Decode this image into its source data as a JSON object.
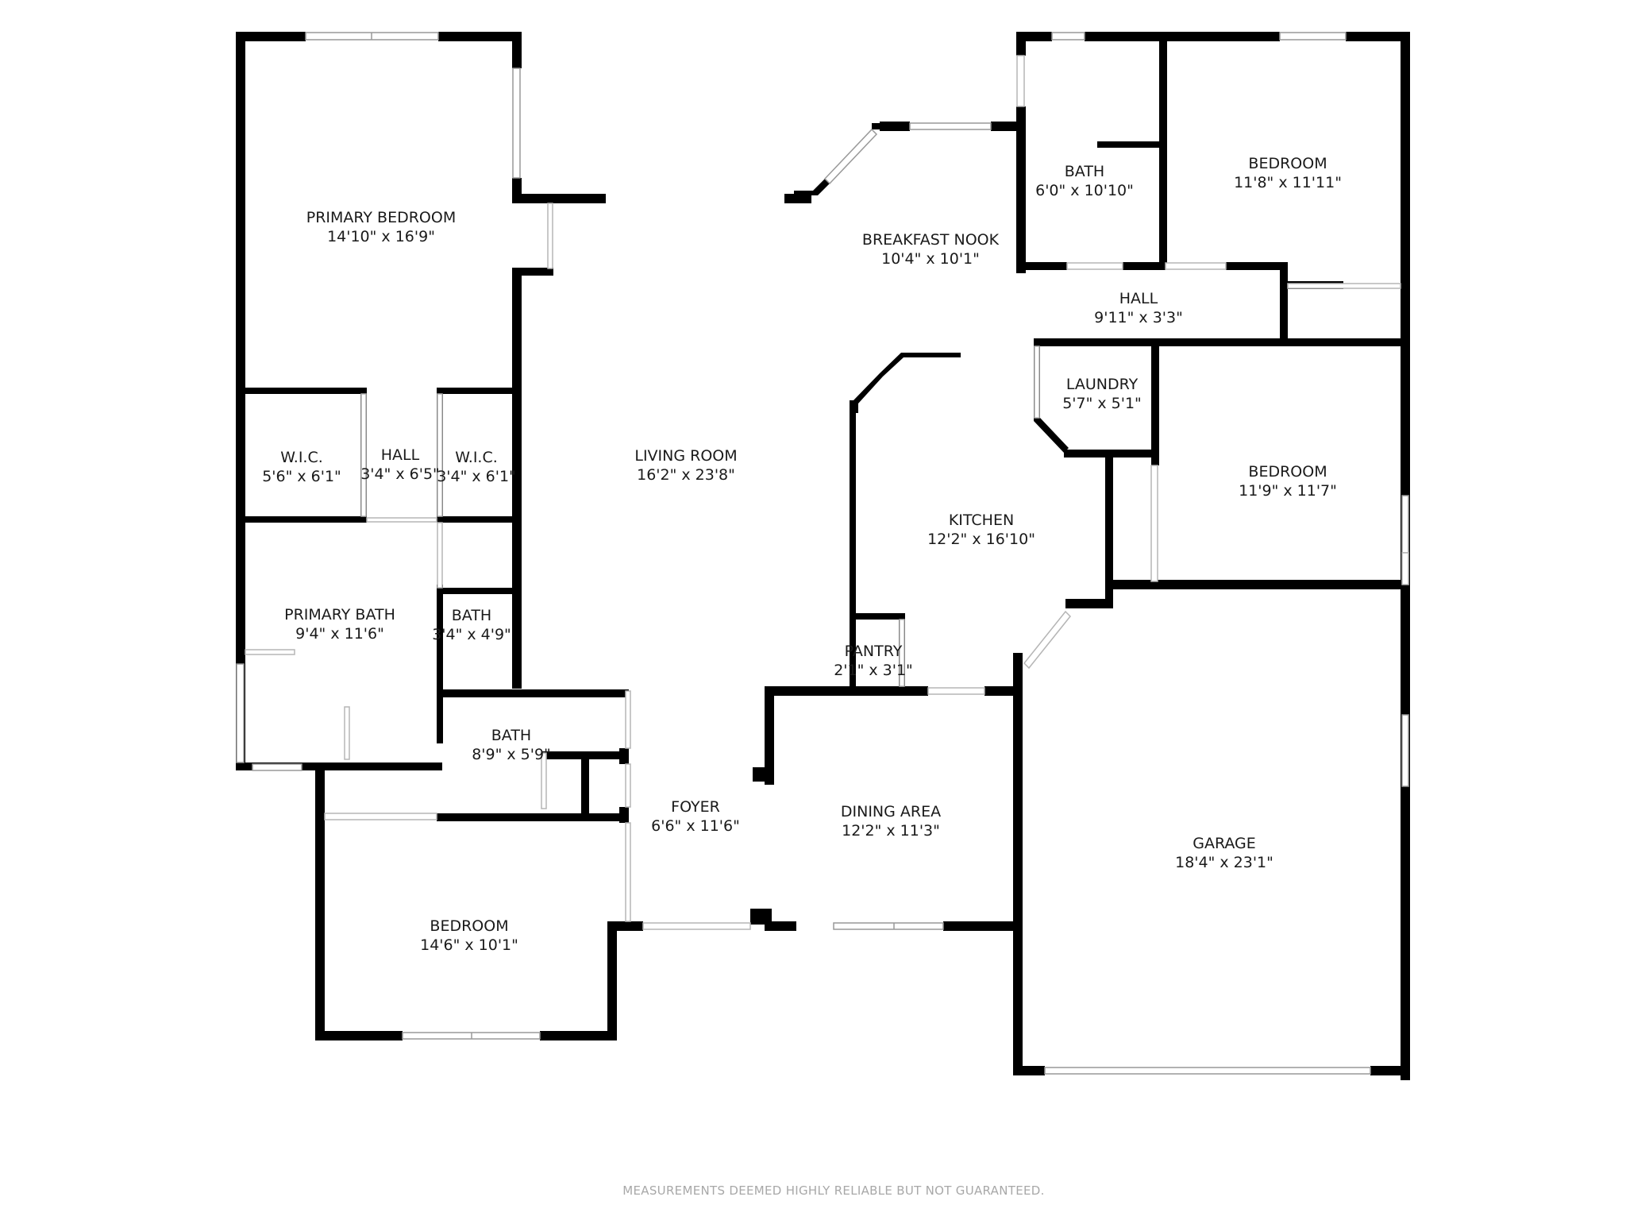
{
  "rooms": [
    {
      "name": "PRIMARY BEDROOM",
      "dims": "14'10\" x 16'9\""
    },
    {
      "name": "W.I.C.",
      "dims": "5'6\" x 6'1\""
    },
    {
      "name": "HALL",
      "dims": "3'4\" x 6'5\""
    },
    {
      "name": "W.I.C.",
      "dims": "3'4\" x 6'1\""
    },
    {
      "name": "PRIMARY BATH",
      "dims": "9'4\" x 11'6\""
    },
    {
      "name": "BATH",
      "dims": "3'4\" x 4'9\""
    },
    {
      "name": "BATH",
      "dims": "8'9\" x 5'9\""
    },
    {
      "name": "BEDROOM",
      "dims": "14'6\" x 10'1\""
    },
    {
      "name": "LIVING ROOM",
      "dims": "16'2\" x 23'8\""
    },
    {
      "name": "FOYER",
      "dims": "6'6\" x 11'6\""
    },
    {
      "name": "DINING AREA",
      "dims": "12'2\" x 11'3\""
    },
    {
      "name": "PANTRY",
      "dims": "2'1\" x 3'1\""
    },
    {
      "name": "KITCHEN",
      "dims": "12'2\" x 16'10\""
    },
    {
      "name": "BREAKFAST NOOK",
      "dims": "10'4\" x 10'1\""
    },
    {
      "name": "BATH",
      "dims": "6'0\" x 10'10\""
    },
    {
      "name": "BEDROOM",
      "dims": "11'8\" x 11'11\""
    },
    {
      "name": "HALL",
      "dims": "9'11\" x 3'3\""
    },
    {
      "name": "LAUNDRY",
      "dims": "5'7\" x 5'1\""
    },
    {
      "name": "BEDROOM",
      "dims": "11'9\" x 11'7\""
    },
    {
      "name": "GARAGE",
      "dims": "18'4\" x 23'1\""
    }
  ],
  "footer": "MEASUREMENTS DEEMED HIGHLY RELIABLE BUT NOT GUARANTEED.",
  "colors": {
    "wall": "#000000",
    "text": "#1a1a1a",
    "footer": "#a8a8a8",
    "background": "#ffffff"
  }
}
